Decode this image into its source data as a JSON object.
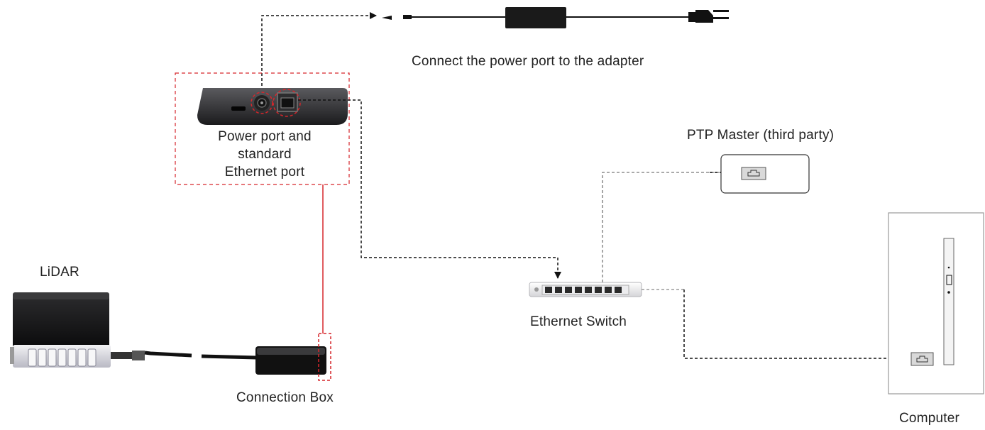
{
  "labels": {
    "adapter": "Connect the power port to the adapter",
    "port_line1": "Power port and",
    "port_line2": "standard",
    "port_line3": "Ethernet port",
    "ptp_master": "PTP Master (third party)",
    "lidar": "LiDAR",
    "ethernet_switch": "Ethernet Switch",
    "connection_box": "Connection Box",
    "computer": "Computer"
  },
  "colors": {
    "highlight": "#d6262b",
    "line": "#111111",
    "device_dark": "#1d1d1f",
    "port_gray": "#d9d9d9"
  },
  "icons": {
    "ethernet_port": "ethernet-port-icon",
    "power_plug": "power-plug-icon",
    "power_jack": "dc-jack-icon"
  }
}
